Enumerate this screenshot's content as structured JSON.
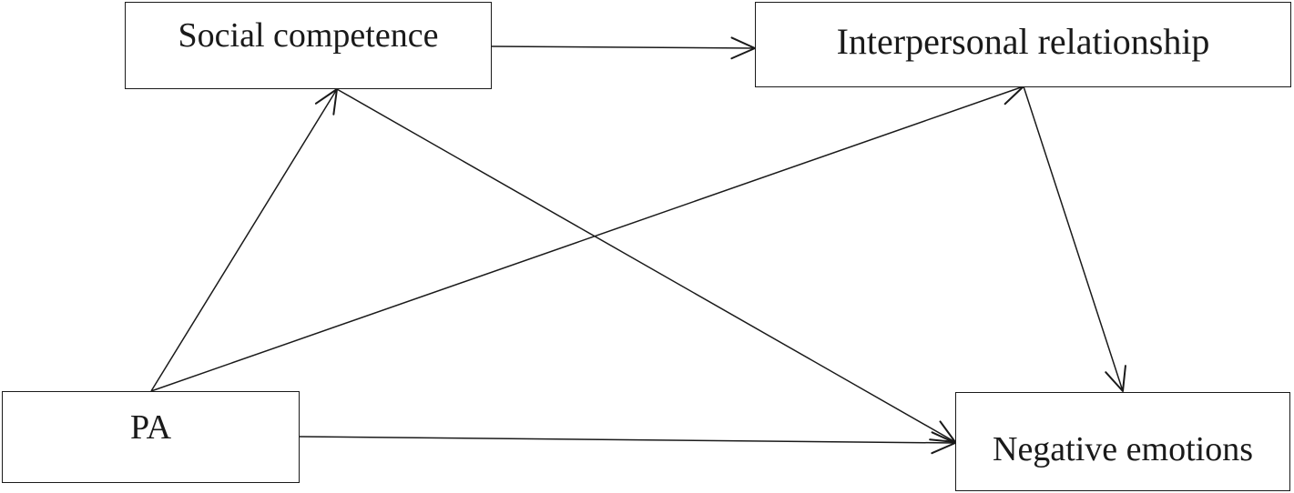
{
  "nodes": {
    "social_competence": "Social competence",
    "interpersonal_relationship": "Interpersonal relationship",
    "pa": "PA",
    "negative_emotions": "Negative emotions"
  },
  "edges": [
    {
      "from": "Social competence",
      "to": "Interpersonal relationship"
    },
    {
      "from": "PA",
      "to": "Social competence"
    },
    {
      "from": "PA",
      "to": "Interpersonal relationship"
    },
    {
      "from": "PA",
      "to": "Negative emotions"
    },
    {
      "from": "Social competence",
      "to": "Negative emotions"
    },
    {
      "from": "Interpersonal relationship",
      "to": "Negative emotions"
    }
  ]
}
